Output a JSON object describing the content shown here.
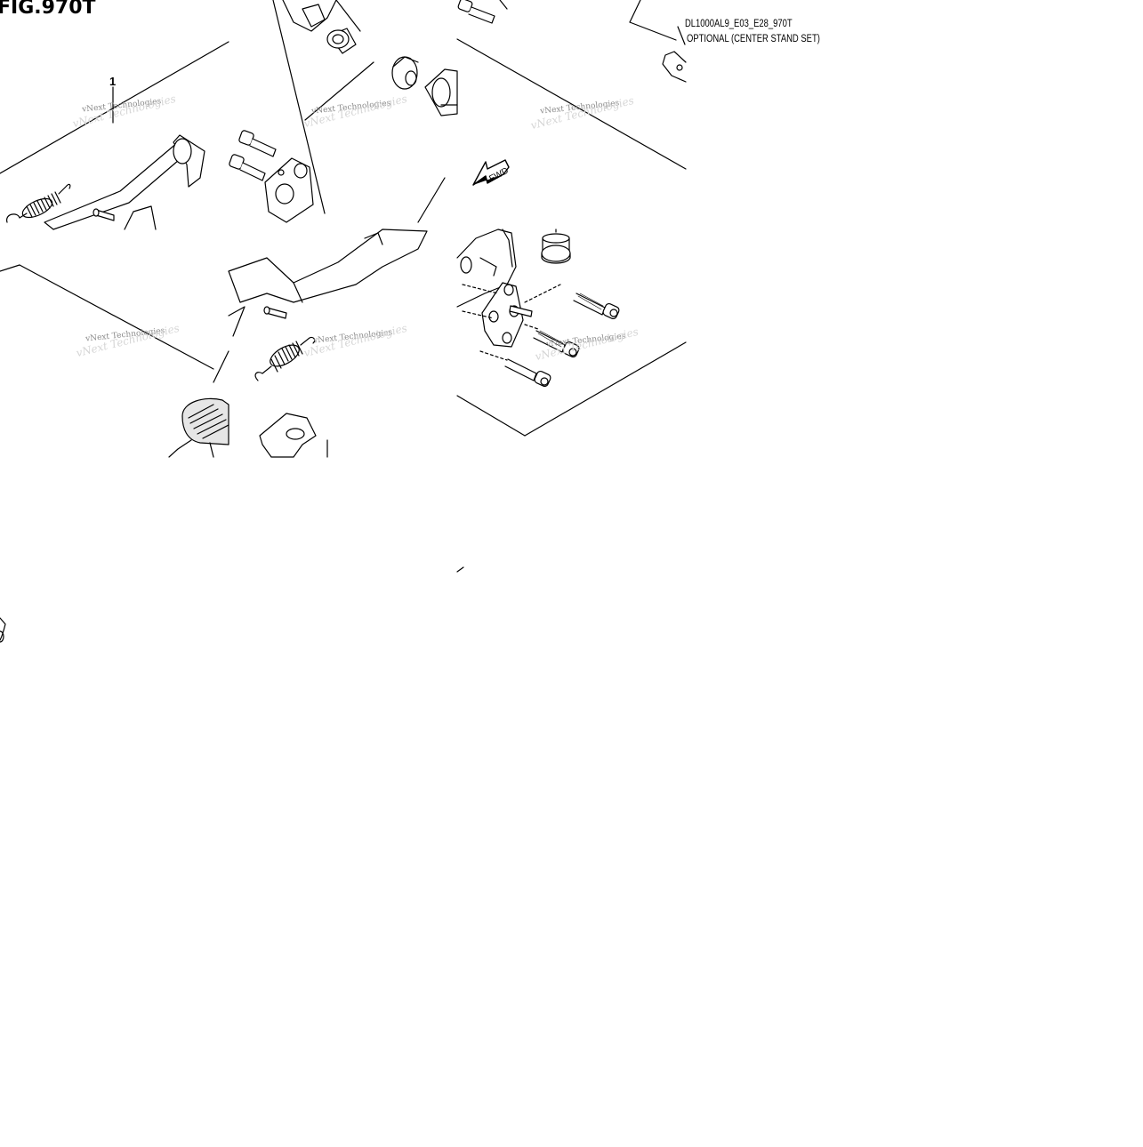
{
  "figure": {
    "title": "FIG.970T",
    "code": "DL1000AL9_E03_E28_970T",
    "optional_note": "OPTIONAL (CENTER STAND SET)",
    "callout_number": "1",
    "direction_label": "FWD"
  },
  "watermark": {
    "text": "vNext Technologies",
    "ghost_text": "vNext Technologies"
  },
  "colors": {
    "line": "#000000",
    "watermark": "#8a8a8a",
    "background": "#ffffff"
  }
}
